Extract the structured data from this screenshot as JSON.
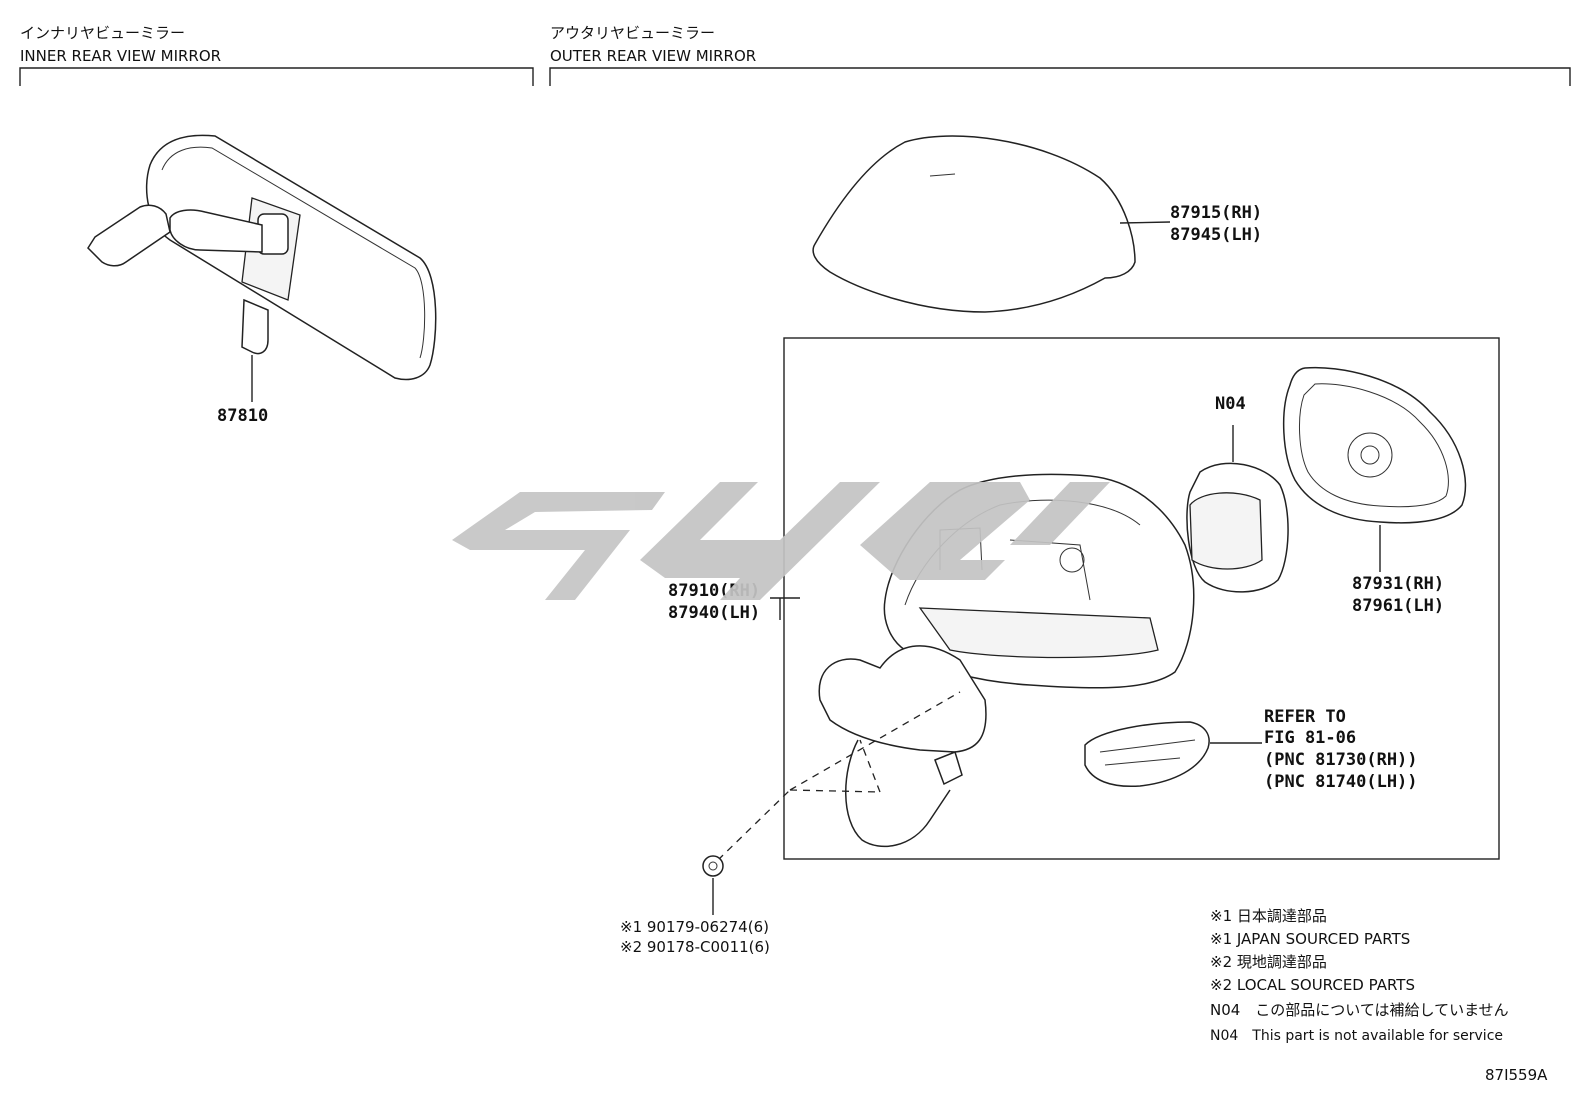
{
  "sections": {
    "inner": {
      "title_jp": "インナリヤビューミラー",
      "title_en": "INNER REAR VIEW MIRROR"
    },
    "outer": {
      "title_jp": "アウタリヤビューミラー",
      "title_en": "OUTER REAR VIEW MIRROR"
    }
  },
  "parts": {
    "inner_mirror": "87810",
    "cover_rh": "87915(RH)",
    "cover_lh": "87945(LH)",
    "mirror_rh": "87910(RH)",
    "mirror_lh": "87940(LH)",
    "glass_rh": "87931(RH)",
    "glass_lh": "87961(LH)",
    "actuator": "N04",
    "refer": [
      "REFER TO",
      "FIG 81-06",
      "(PNC 81730(RH))",
      "(PNC 81740(LH))"
    ],
    "screw_1": "※1 90179-06274(6)",
    "screw_2": "※2 90178-C0011(6)"
  },
  "notes": [
    "※1 日本調達部品",
    "※1 JAPAN SOURCED PARTS",
    "※2 現地調達部品",
    "※2 LOCAL SOURCED PARTS",
    "N04　この部品については補給していません",
    "N04　This part is not available for service"
  ],
  "figure_code": "87I559A",
  "watermark_color": "#c4c4c4"
}
